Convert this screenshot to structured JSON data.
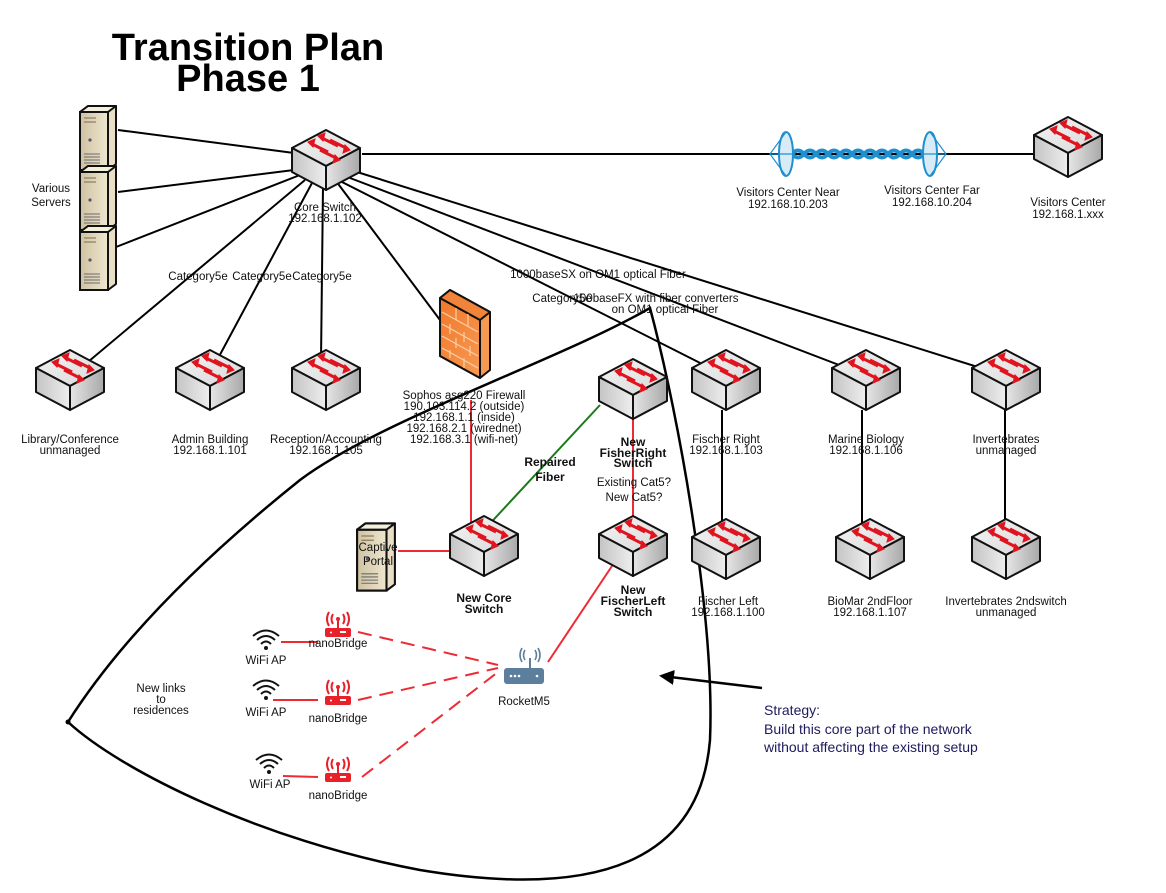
{
  "title": {
    "line1": "Transition Plan",
    "line2": "Phase 1"
  },
  "colors": {
    "link": "#000000",
    "new_link": "#ee2b35",
    "fiber_repaired": "#1a7a1a",
    "wireless": "#1f8fcf",
    "strategy_text": "#1e1a5e",
    "firewall": "#f07d2a",
    "switch_arrow": "#e0141e"
  },
  "servers": {
    "label": [
      "Various",
      "Servers"
    ]
  },
  "core_switch": {
    "name": "Core Switch",
    "ip": "192.168.1.102"
  },
  "wireless_link": {
    "near": {
      "name": "Visitors Center Near",
      "ip": "192.168.10.203"
    },
    "far": {
      "name": "Visitors Center Far",
      "ip": "192.168.10.204"
    }
  },
  "visitors_center": {
    "name": "Visitors Center",
    "ip": "192.168.1.xxx"
  },
  "link_labels": {
    "cat5e_1": "Category5e",
    "cat5e_2": "Category5e",
    "cat5e_3": "Category5e",
    "cat5e_4": "Category5e",
    "sx_fiber": "1000baseSX on OM1 optical Fiber",
    "fx_fiber": [
      "100baseFX with fiber converters",
      "on OM1 optical Fiber"
    ]
  },
  "firewall": {
    "name": "Sophos asg220 Firewall",
    "addresses": [
      "190.103.114.2 (outside)",
      "192.168.1.1 (inside)",
      "192.168.2.1 (wirednet)",
      "192.168.3.1 (wifi-net)"
    ]
  },
  "switches": [
    {
      "id": "library",
      "name": "Library/Conference",
      "detail": "unmanaged"
    },
    {
      "id": "admin",
      "name": "Admin Building",
      "detail": "192.168.1.101"
    },
    {
      "id": "reception",
      "name": "Reception/Accounting",
      "detail": "192.168.1.105"
    },
    {
      "id": "fischer-right",
      "name": "Fischer Right",
      "detail": "192.168.1.103"
    },
    {
      "id": "marine-biology",
      "name": "Marine Biology",
      "detail": "192.168.1.106"
    },
    {
      "id": "invertebrates",
      "name": "Invertebrates",
      "detail": "unmanaged"
    },
    {
      "id": "fischer-left",
      "name": "Fischer Left",
      "detail": "192.168.1.100"
    },
    {
      "id": "biomar-2nd",
      "name": "BioMar 2ndFloor",
      "detail": "192.168.1.107"
    },
    {
      "id": "invertebrates-2nd",
      "name": "Invertebrates 2ndswitch",
      "detail": "unmanaged"
    }
  ],
  "new_switches": {
    "core": [
      "New Core",
      "Switch"
    ],
    "fisher_right": [
      "New",
      "FisherRight",
      "Switch"
    ],
    "fischer_left": [
      "New",
      "FischerLeft",
      "Switch"
    ]
  },
  "repaired_fiber": [
    "Repaired",
    "Fiber"
  ],
  "cat5_question": [
    "Existing Cat5?",
    "New Cat5?"
  ],
  "captive_portal": [
    "Captive",
    "Portal"
  ],
  "rocket": "RocketM5",
  "wifi_chain": [
    {
      "ap": "WiFi AP",
      "bridge": "nanoBridge"
    },
    {
      "ap": "WiFi AP",
      "bridge": "nanoBridge"
    },
    {
      "ap": "WiFi AP",
      "bridge": "nanoBridge"
    }
  ],
  "residences_note": [
    "New links",
    "to",
    "residences"
  ],
  "strategy": {
    "heading": "Strategy:",
    "lines": [
      "Build this core part of the network",
      "without affecting the existing setup"
    ]
  }
}
